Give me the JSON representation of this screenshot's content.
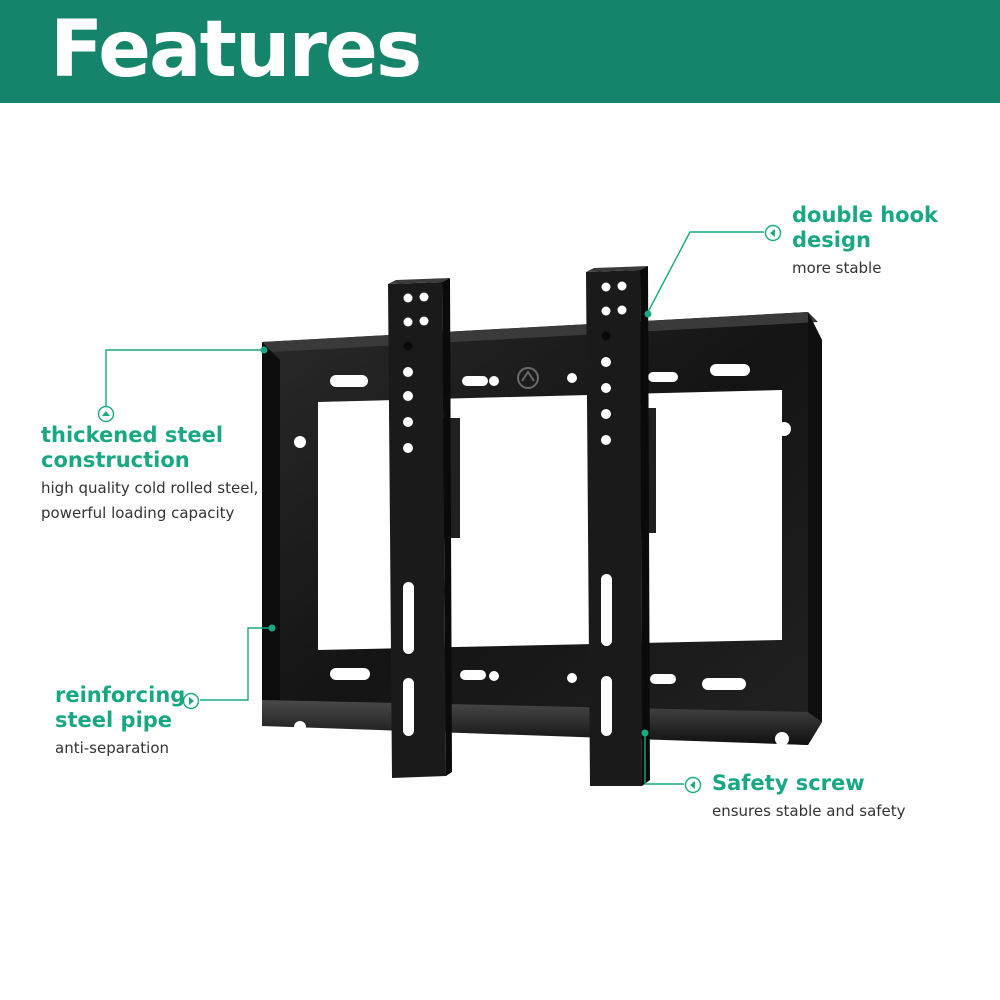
{
  "banner": {
    "title": "Features",
    "color": "#15846b"
  },
  "accent_color": "#1aa884",
  "callouts": {
    "double_hook": {
      "title_line1": "double hook",
      "title_line2": "design",
      "desc": "more stable"
    },
    "thickened_steel": {
      "title_line1": "thickened steel",
      "title_line2": "construction",
      "desc_line1": "high quality cold rolled steel,",
      "desc_line2": "powerful loading capacity"
    },
    "reinforcing_pipe": {
      "title_line1": "reinforcing",
      "title_line2": "steel pipe",
      "desc": "anti-separation"
    },
    "safety_screw": {
      "title": "Safety screw",
      "desc": "ensures stable and safety"
    }
  },
  "icons": [
    "circle-arrow-left-icon",
    "circle-arrow-up-icon",
    "circle-arrow-right-icon"
  ]
}
